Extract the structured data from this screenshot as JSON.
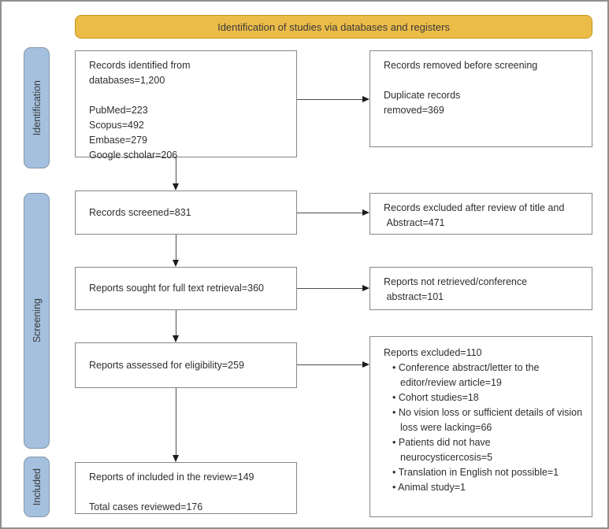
{
  "banner": {
    "title": "Identification of studies via databases and registers"
  },
  "stages": {
    "identification": "Identification",
    "screening": "Screening",
    "included": "Included"
  },
  "boxes": {
    "records_identified": {
      "text": "Records identified from\ndatabases=1,200\n\nPubMed=223\nScopus=492\nEmbase=279\nGoogle scholar=206"
    },
    "records_removed": {
      "text": "Records removed before screening\n\nDuplicate records\nremoved=369"
    },
    "records_screened": {
      "text": "Records screened=831"
    },
    "records_excluded_title_abstract": {
      "text": "Records excluded after review of title and\n Abstract=471"
    },
    "reports_sought": {
      "text": "Reports sought for full text retrieval=360"
    },
    "reports_not_retrieved": {
      "text": "Reports not retrieved/conference\n abstract=101"
    },
    "reports_assessed": {
      "text": "Reports assessed for eligibility=259"
    },
    "reports_excluded": {
      "title": "Reports excluded=110",
      "bullets": [
        "Conference abstract/letter to the editor/review article=19",
        "Cohort studies=18",
        "No vision loss or sufficient details of vision loss were lacking=66",
        "Patients did not have neurocysticercosis=5",
        "Translation in English not possible=1",
        "Animal study=1"
      ]
    },
    "included_reports": {
      "text": "Reports of included in the review=149\n\nTotal cases reviewed=176"
    }
  },
  "colors": {
    "banner_fill": "#ecbc49",
    "stage_fill": "#a4c0de",
    "box_border": "#878787",
    "arrow": "#1c1c1c"
  }
}
